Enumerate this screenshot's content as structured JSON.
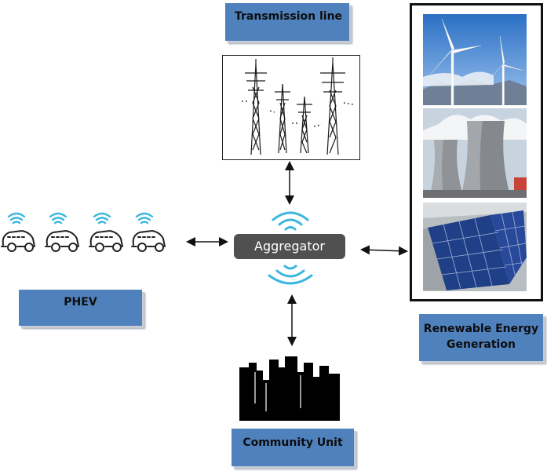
{
  "labels": {
    "transmission": "Transmission line",
    "phev": "PHEV",
    "renewable_line1": "Renewable Energy",
    "renewable_line2": "Generation",
    "community": "Community Unit",
    "aggregator": "Aggregator"
  },
  "colors": {
    "label_fill": "#4f81bd",
    "aggregator_fill": "#505050",
    "wifi": "#3cb6e0"
  },
  "icons": [
    "wifi-icon",
    "electric-car-icon",
    "transmission-tower-icon",
    "wind-turbine-icon",
    "cooling-tower-icon",
    "solar-panel-icon",
    "city-skyline-icon"
  ]
}
